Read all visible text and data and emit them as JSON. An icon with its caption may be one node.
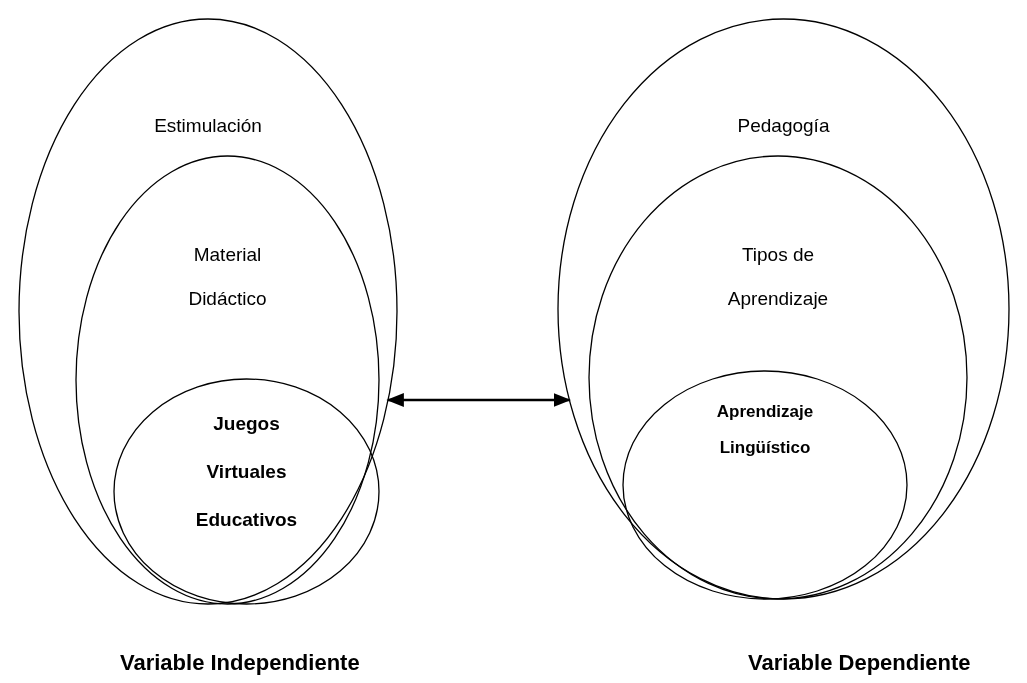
{
  "diagram": {
    "nodes": [
      {
        "text": [
          "Estimulación"
        ],
        "beside": [
          "Variable Independiente"
        ]
      },
      {
        "text": [
          "Material Didáctico"
        ],
        "in": 0
      },
      {
        "text": [
          "Juegos Virtuales Educativos"
        ],
        "in": 1
      },
      {
        "text": [
          "Pedagogía"
        ],
        "beside": [
          "Variable Dependiente"
        ]
      },
      {
        "text": [
          "Tipos de Aprendizaje"
        ],
        "in": 3
      },
      {
        "text": [
          "Aprendizaje Lingüístico"
        ],
        "in": 4
      }
    ],
    "edges": [
      {
        "from": 0,
        "to": 3,
        "arrow": "both"
      }
    ]
  }
}
